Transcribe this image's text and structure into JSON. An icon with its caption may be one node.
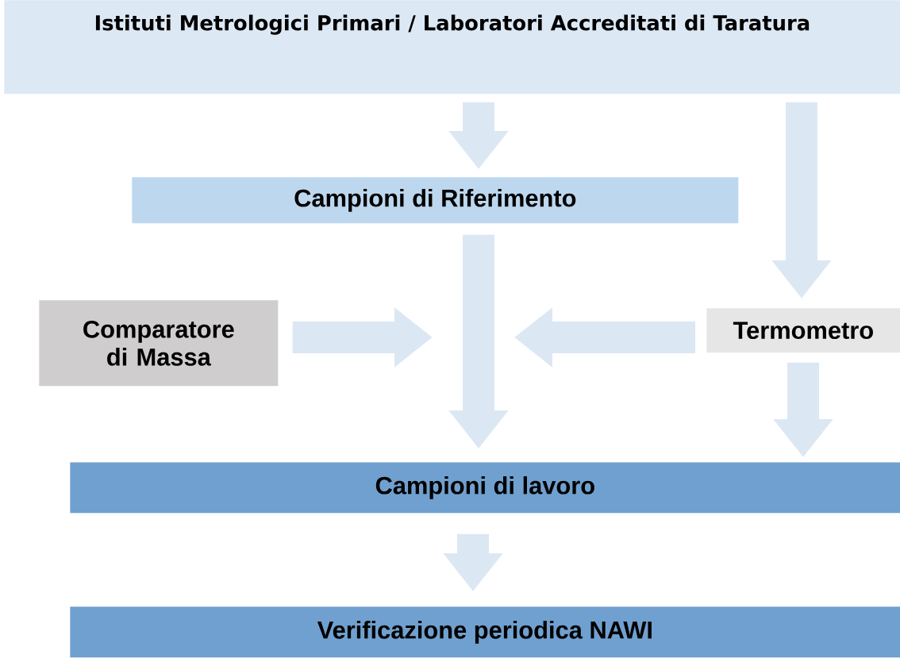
{
  "diagram": {
    "nodes": [
      {
        "text": [
          "Istituti Metrologici Primari / Laboratori Accreditati di Taratura"
        ]
      },
      {
        "text": [
          "Campioni di Riferimento"
        ]
      },
      {
        "text": [
          "Comparatore di Massa"
        ]
      },
      {
        "text": [
          "Termometro"
        ]
      },
      {
        "text": [
          "Campioni di lavoro"
        ]
      },
      {
        "text": [
          "Verificazione periodica NAWI"
        ]
      }
    ],
    "edges": [
      {
        "from": 0,
        "to": 1,
        "arrow": "to"
      },
      {
        "from": 0,
        "to": 3,
        "arrow": "to"
      },
      {
        "from": 1,
        "to": 4,
        "arrow": "to"
      },
      {
        "from": 2,
        "to": null,
        "arrow": "to"
      },
      {
        "from": 3,
        "to": null,
        "arrow": "to"
      },
      {
        "from": 3,
        "to": 4,
        "arrow": "to"
      },
      {
        "from": 4,
        "to": 5,
        "arrow": "to"
      }
    ]
  }
}
